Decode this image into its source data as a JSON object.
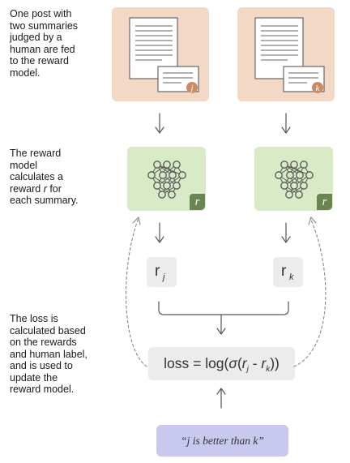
{
  "captions": {
    "step1": "One post with\ntwo summaries\njudged by a\nhuman are fed\nto the reward\nmodel.",
    "step2_a": "The reward\nmodel\ncalculates a\nreward ",
    "step2_r": "r",
    "step2_b": " for\neach summary.",
    "step3": "The loss is\ncalculated based\non the rewards\nand human label,\nand is used to\nupdate the\nreward model."
  },
  "summaries": {
    "left_badge": "j",
    "right_badge": "k"
  },
  "reward_model": {
    "badge": "r"
  },
  "rewards": {
    "left_symbol": "r",
    "left_sub": "j",
    "right_symbol": "r",
    "right_sub": "k"
  },
  "loss": {
    "prefix": "loss = log(",
    "sigma": "σ",
    "open": "(",
    "r1": "r",
    "r1_sub": "j",
    "minus": " - ",
    "r2": "r",
    "r2_sub": "k",
    "suffix": "))"
  },
  "human_label": {
    "text": "“j is better than k”"
  },
  "colors": {
    "doc_card": "#f4d8c6",
    "nn_card": "#d9ebc6",
    "badge_green": "#6b8550",
    "badge_orange": "#cc8a66",
    "reward_box": "#ececec",
    "label_box": "#c9c8ee"
  }
}
